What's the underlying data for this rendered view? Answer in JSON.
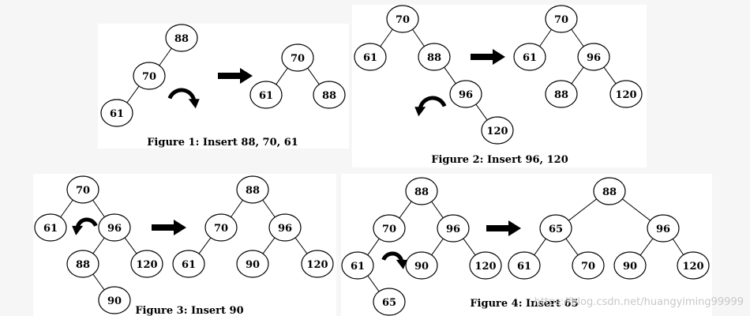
{
  "figures": [
    {
      "caption": "Figure 1: Insert 88, 70, 61",
      "before_nodes": [
        "88",
        "70",
        "61"
      ],
      "after_nodes": [
        "70",
        "61",
        "88"
      ],
      "rotation": "clockwise"
    },
    {
      "caption": "Figure 2: Insert 96, 120",
      "before_nodes": [
        "70",
        "61",
        "88",
        "96",
        "120"
      ],
      "after_nodes": [
        "70",
        "61",
        "96",
        "88",
        "120"
      ],
      "rotation": "counterclockwise"
    },
    {
      "caption": "Figure 3: Insert 90",
      "before_nodes": [
        "70",
        "61",
        "96",
        "88",
        "120",
        "90"
      ],
      "after_nodes": [
        "88",
        "70",
        "96",
        "61",
        "90",
        "120"
      ],
      "rotation": "counterclockwise"
    },
    {
      "caption": "Figure 4: Insert 65",
      "before_nodes": [
        "88",
        "70",
        "96",
        "61",
        "90",
        "120",
        "65"
      ],
      "after_nodes": [
        "88",
        "65",
        "96",
        "61",
        "70",
        "90",
        "120"
      ],
      "rotation": "clockwise"
    }
  ],
  "watermark": "https://blog.csdn.net/huangyiming99999",
  "colors": {
    "background": "#f6f6f6",
    "panel": "#ffffff",
    "ink": "#000000",
    "watermark": "#c8c8c8"
  }
}
